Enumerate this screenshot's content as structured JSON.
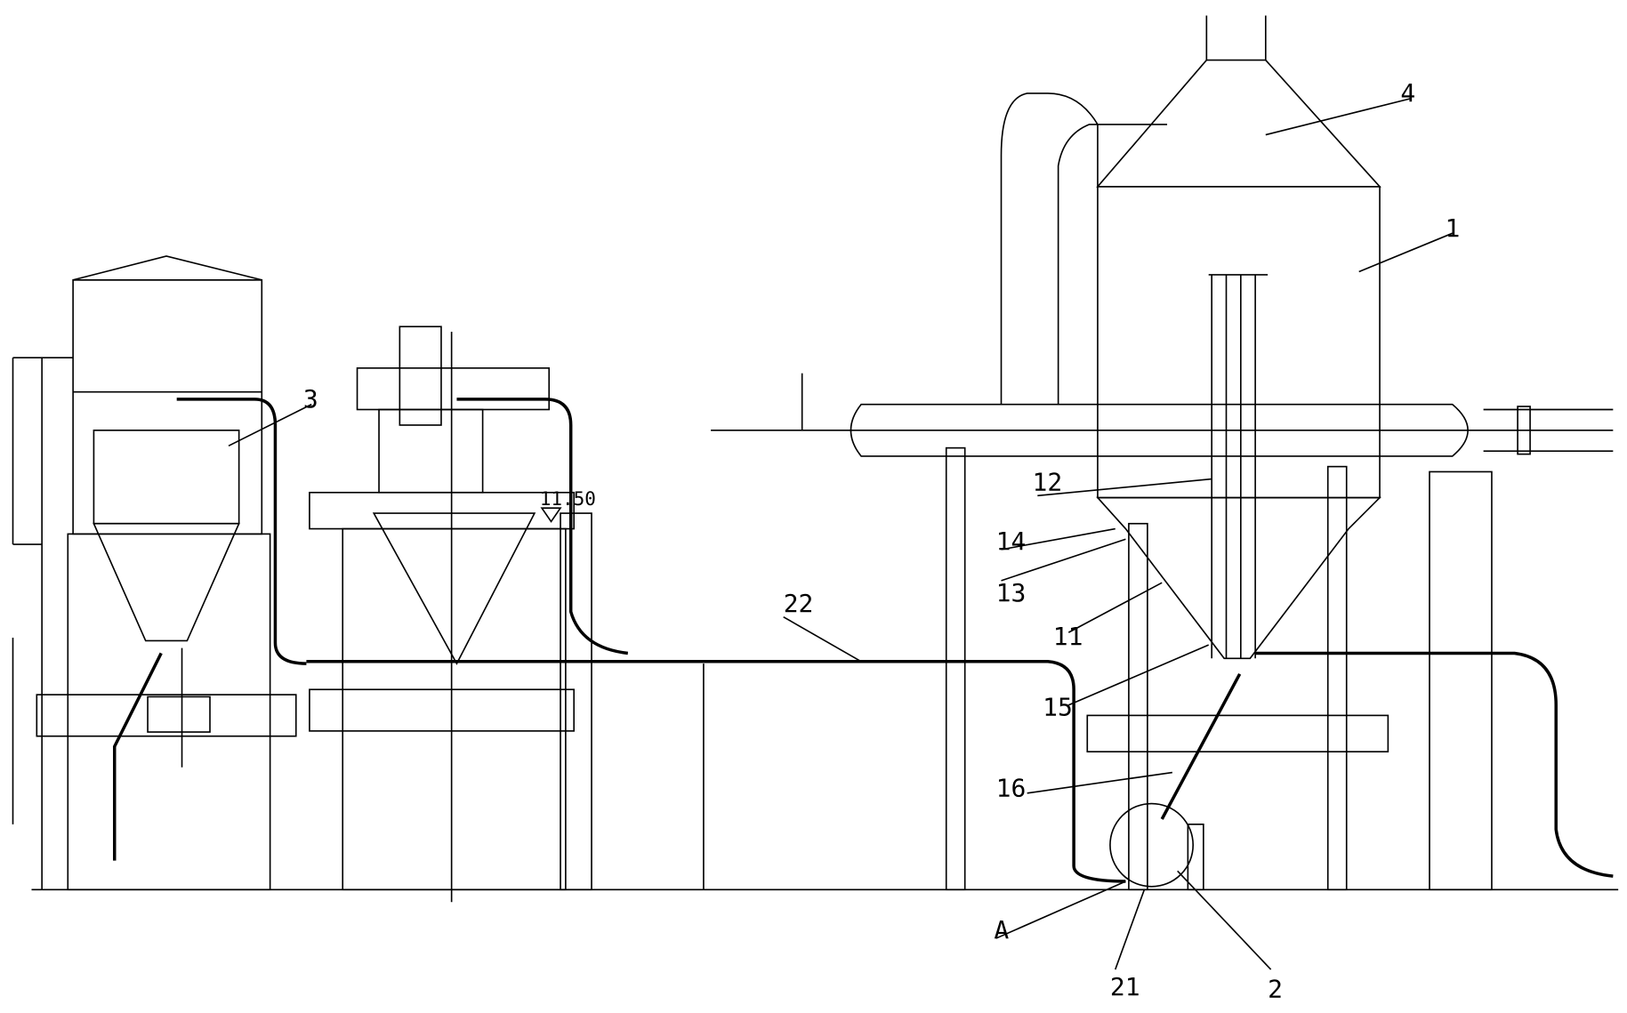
{
  "labels": {
    "l1": "1",
    "l2": "2",
    "l3": "3",
    "l4": "4",
    "l11": "11",
    "l12": "12",
    "l13": "13",
    "l14": "14",
    "l15": "15",
    "l16": "16",
    "l21": "21",
    "l22": "22",
    "lA": "A",
    "elevation": "11.50"
  }
}
